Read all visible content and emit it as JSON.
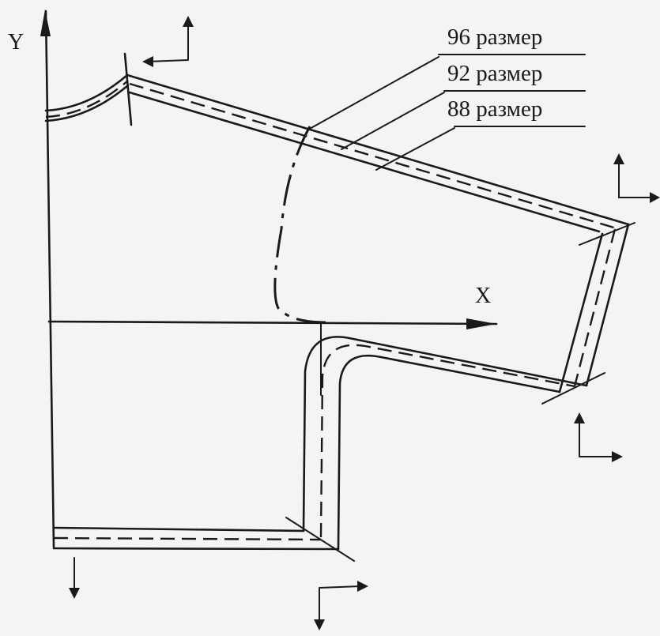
{
  "axes": {
    "x_label": "X",
    "y_label": "Y"
  },
  "legend": {
    "items": [
      {
        "label": "96 размер",
        "line_style": "long-dash-dot"
      },
      {
        "label": "92 размер",
        "line_style": "dashed"
      },
      {
        "label": "88 размер",
        "line_style": "solid"
      }
    ]
  },
  "colors": {
    "ink": "#1a1a1a",
    "paper": "#f4f4f2"
  }
}
